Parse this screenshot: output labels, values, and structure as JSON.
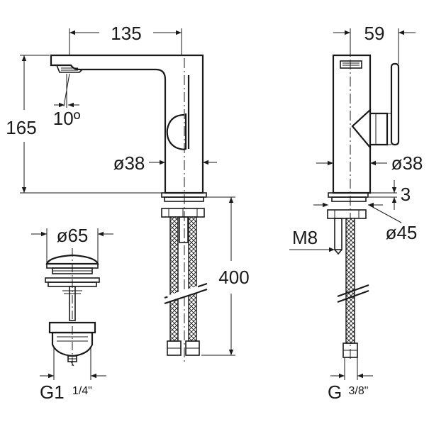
{
  "dimensions": {
    "spout_reach": "135",
    "height": "165",
    "spout_angle": "10º",
    "body_diameter_front": "ø38",
    "hose_length": "400",
    "waste_diameter": "ø65",
    "waste_thread_main": "G1",
    "waste_thread_fraction": "1/4\"",
    "side_depth": "59",
    "body_diameter_side": "ø38",
    "base_thickness": "3",
    "base_diameter": "ø45",
    "stud_thread": "M8",
    "hose_thread_main": "G",
    "hose_thread_fraction": "3/8\""
  }
}
